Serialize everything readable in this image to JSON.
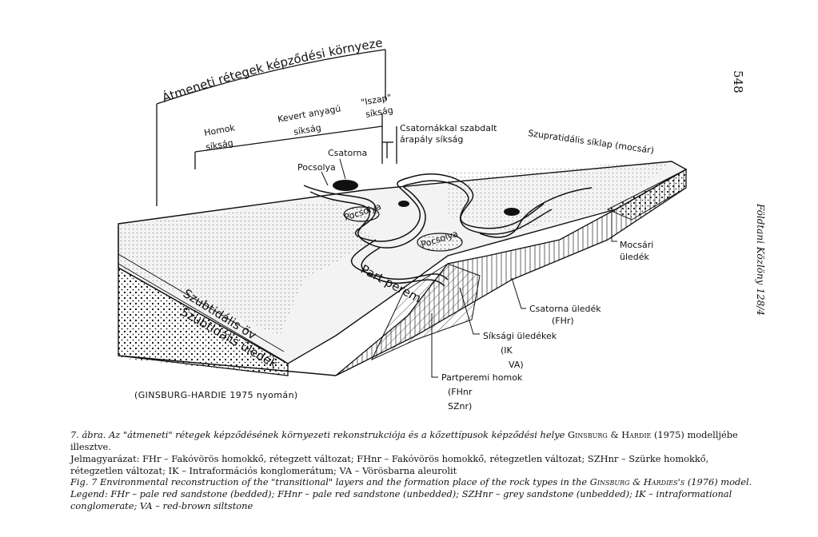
{
  "page_number": "548",
  "journal_ref": "Földtani Közlöny 128/4",
  "figure": {
    "labels": {
      "title_arc": "Átmeneti rétegek képződési környezete",
      "homok_1": "Homok",
      "homok_2": "síkság",
      "kevert_1": "Kevert anyagú",
      "kevert_2": "síkság",
      "iszap_1": "\"Iszap\"",
      "iszap_2": "síkság",
      "csatornakkal_1": "Csatornákkal szabdalt",
      "csatornakkal_2": "árapály síkság",
      "csatorna": "Csatorna",
      "pocsolya_top": "Pocsolya",
      "pocsolya_mid": "Pocsolya",
      "pocsolya_low": "Pocsolya",
      "szupratidalis": "Szupratidális síklap (mocsár)",
      "szubtidalis_ov": "Szubtidális öv",
      "szubtidalis_uledek": "Szubtidális üledék",
      "part_perem": "Part perem",
      "mocsari_1": "Mocsári",
      "mocsari_2": "üledék",
      "csatorna_uledek_1": "Csatorna üledék",
      "csatorna_uledek_2": "(FHr)",
      "siksagi_1": "Síksági üledékek",
      "siksagi_2": "(IK",
      "siksagi_3": "VA)",
      "partperemi_1": "Partperemi homok",
      "partperemi_2": "(FHnr",
      "partperemi_3": "SZnr)"
    }
  },
  "credit": "(GINSBURG-HARDIE 1975 nyomán)",
  "caption_hu": {
    "fig_label": "7. ábra.",
    "text_1": "Az \"átmeneti\" rétegek képződésének környezeti rekonstrukciója és a kőzettípusok képződési helye",
    "authors": "Ginsburg & Hardie",
    "text_2": "(1975) modelljébe illesztve.",
    "legend": "Jelmagyarázat: FHr – Fakóvörös homokkő, rétegzett változat; FHnr – Fakóvörös homokkő, rétegzetlen változat; SZHnr – Szürke homokkő, rétegzetlen változat; IK – Intraformációs konglomerátum; VA – Vörösbarna aleurolit"
  },
  "caption_en": {
    "fig_label": "Fig. 7",
    "text_1": "Environmental reconstruction of the \"transitional\" layers and the formation place of the rock types in the",
    "authors": "Ginsburg & Hardies's",
    "text_2": "(1976) model.",
    "legend": "Legend: FHr – pale red sandstone (bedded); FHnr – pale red sandstone (unbedded); SZHnr – grey sandstone (unbedded); IK – intraformational conglomerate; VA – red-brown siltstone"
  }
}
